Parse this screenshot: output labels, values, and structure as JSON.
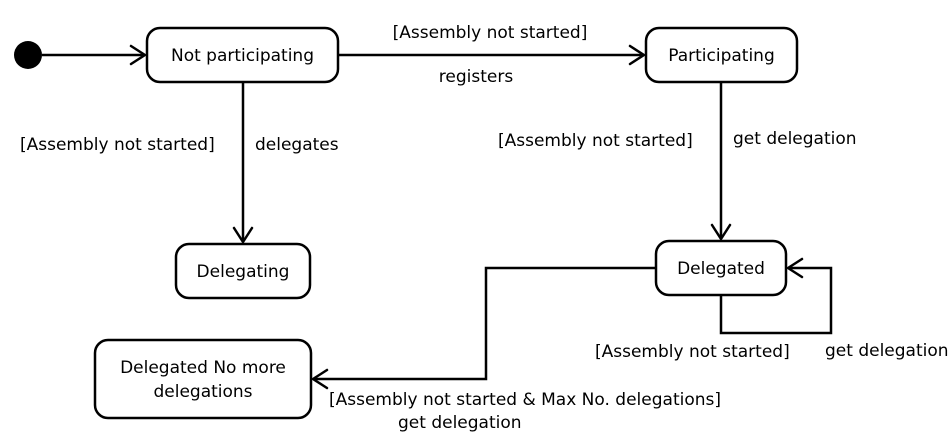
{
  "states": {
    "not_participating": "Not participating",
    "participating": "Participating",
    "delegating": "Delegating",
    "delegated": "Delegated",
    "delegated_no_more_line1": "Delegated No more",
    "delegated_no_more_line2": "delegations"
  },
  "transitions": {
    "register_guard": "[Assembly not started]",
    "register_event": "registers",
    "delegate_guard": "[Assembly not started]",
    "delegate_event": "delegates",
    "get_delegation_guard": "[Assembly not started]",
    "get_delegation_event": "get delegation",
    "self_loop_guard": "[Assembly not started]",
    "self_loop_event": "get delegation",
    "max_guard": "[Assembly not started & Max No. delegations]",
    "max_event": "get delegation"
  }
}
